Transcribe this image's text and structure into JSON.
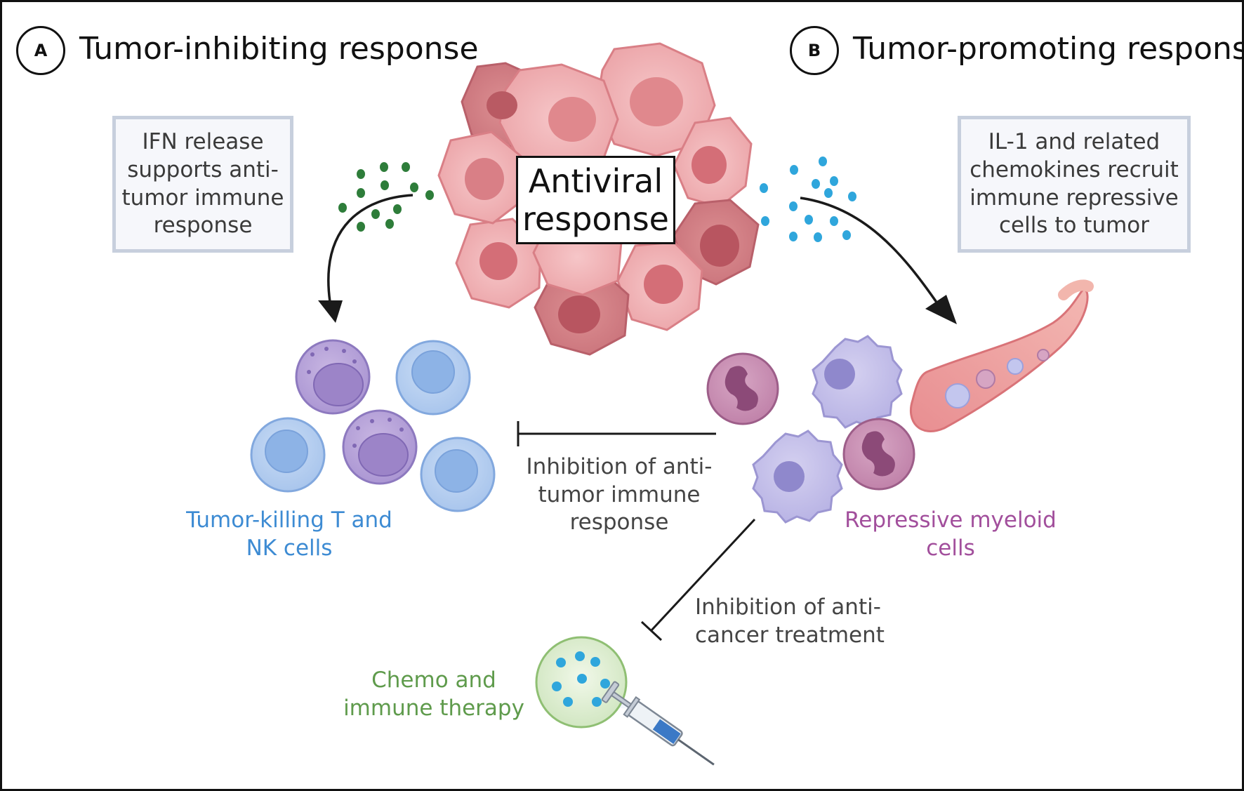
{
  "panels": {
    "a": {
      "letter": "A",
      "title": "Tumor-inhibiting response"
    },
    "b": {
      "letter": "B",
      "title": "Tumor-promoting response"
    }
  },
  "center_label": [
    "Antiviral",
    "response"
  ],
  "left_box": [
    "IFN release",
    "supports anti-",
    "tumor immune",
    "response"
  ],
  "right_box": [
    "IL-1 and related",
    "chemokines recruit",
    "immune repressive",
    "cells to tumor"
  ],
  "t_nk_label": [
    "Tumor-killing T and",
    "NK cells"
  ],
  "myeloid_label": [
    "Repressive myeloid",
    "cells"
  ],
  "inhibit_immune_label": [
    "Inhibition of anti-",
    "tumor immune",
    "response"
  ],
  "inhibit_treatment_label": [
    "Inhibition of anti-",
    "cancer treatment"
  ],
  "therapy_label": [
    "Chemo and",
    "immune therapy"
  ],
  "colors": {
    "t_nk_text": "#3d8bd3",
    "myeloid_text": "#a24f9c",
    "therapy_text": "#5f9b4c",
    "ifn_dots": "#2e7d3a",
    "il1_dots": "#2fa6dc",
    "arrow": "#1a1a1a"
  }
}
